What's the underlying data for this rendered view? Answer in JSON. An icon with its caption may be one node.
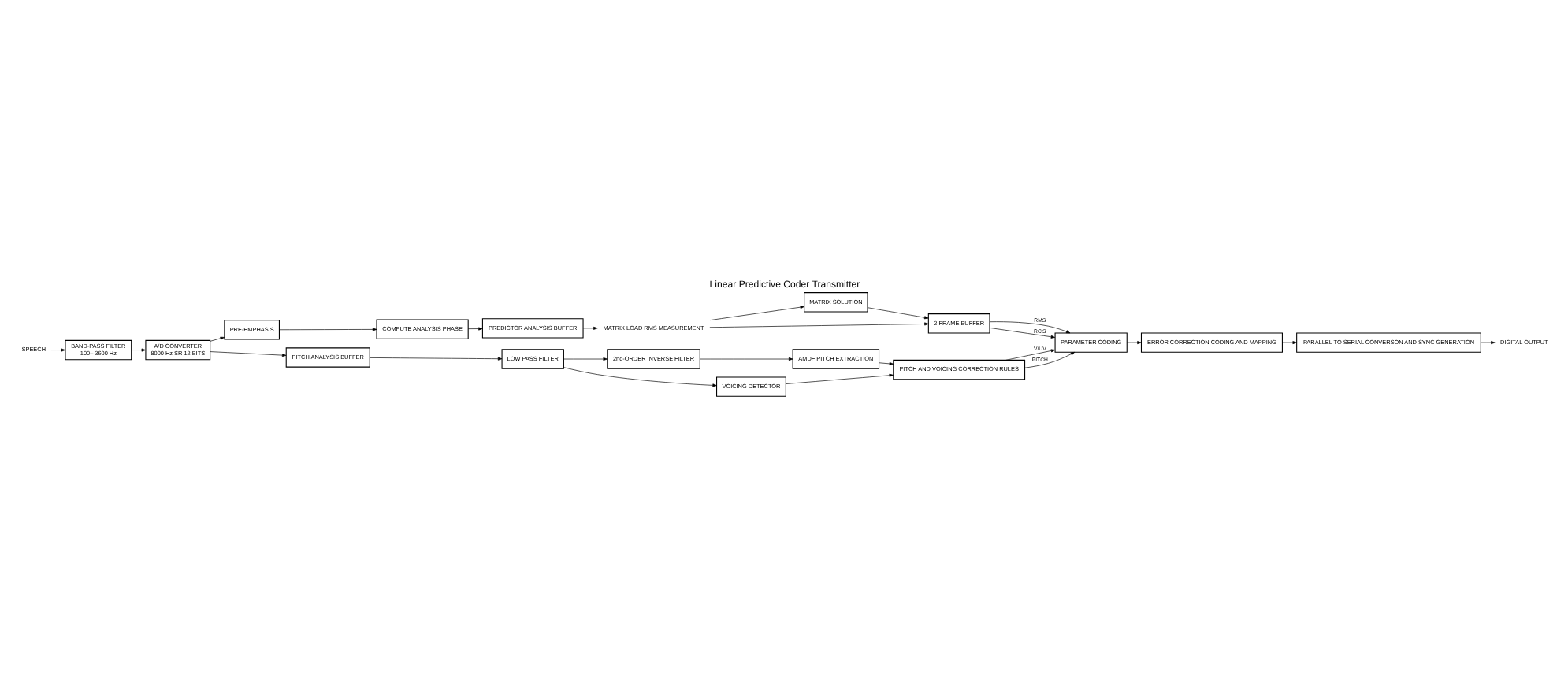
{
  "diagram": {
    "title": "Linear Predictive Coder Transmitter",
    "nodes": [
      {
        "text": [
          "SPEECH"
        ]
      },
      {
        "text": [
          "BAND-PASS FILTER",
          "100– 3600 Hz"
        ]
      },
      {
        "text": [
          "A/D CONVERTER",
          "8000 Hz SR 12 BITS"
        ]
      },
      {
        "text": [
          "PRE-EMPHASIS"
        ]
      },
      {
        "text": [
          "COMPUTE ANALYSIS PHASE"
        ]
      },
      {
        "text": [
          "PREDICTOR ANALYSIS BUFFER"
        ]
      },
      {
        "text": [
          "MATRIX LOAD RMS MEASUREMENT"
        ]
      },
      {
        "text": [
          "PITCH ANALYSIS BUFFER"
        ]
      },
      {
        "text": [
          "LOW PASS FILTER"
        ]
      },
      {
        "text": [
          "2nd-ORDER INVERSE FILTER"
        ]
      },
      {
        "text": [
          "AMDF PITCH EXTRACTION"
        ]
      },
      {
        "text": [
          "VOICING DETECTOR"
        ]
      },
      {
        "text": [
          "PITCH AND VOICING CORRECTION RULES"
        ]
      },
      {
        "text": [
          "MATRIX SOLUTION"
        ]
      },
      {
        "text": [
          "2 FRAME BUFFER"
        ]
      },
      {
        "text": [
          "PARAMETER CODING"
        ]
      },
      {
        "text": [
          "ERROR CORRECTION CODING AND MAPPING"
        ]
      },
      {
        "text": [
          "PARALLEL TO SERIAL CONVERSON AND SYNC GENERATION"
        ]
      },
      {
        "text": [
          "DIGITAL OUTPUT"
        ]
      }
    ],
    "edges": [
      {
        "from": 0,
        "to": 1,
        "arrow": "to"
      },
      {
        "from": 1,
        "to": 2,
        "arrow": "to"
      },
      {
        "from": 2,
        "to": 3,
        "arrow": "to"
      },
      {
        "from": 2,
        "to": 7,
        "arrow": "to"
      },
      {
        "from": 3,
        "to": 4,
        "arrow": "to"
      },
      {
        "from": 4,
        "to": 5,
        "arrow": "to"
      },
      {
        "from": 5,
        "to": 6,
        "arrow": "to"
      },
      {
        "from": 6,
        "to": 14,
        "arrow": "to"
      },
      {
        "from": 6,
        "to": 13,
        "arrow": "to"
      },
      {
        "from": 13,
        "to": 14,
        "arrow": "to"
      },
      {
        "from": 7,
        "to": 8,
        "arrow": "to"
      },
      {
        "from": 8,
        "to": 9,
        "arrow": "to"
      },
      {
        "from": 8,
        "to": 11,
        "arrow": "to"
      },
      {
        "from": 9,
        "to": 10,
        "arrow": "to"
      },
      {
        "from": 10,
        "to": 12,
        "arrow": "to"
      },
      {
        "from": 11,
        "to": 12,
        "arrow": "to"
      },
      {
        "from": 12,
        "to": 15,
        "arrow": "to",
        "label": "V/UV"
      },
      {
        "from": 12,
        "to": 15,
        "arrow": "to",
        "label": "PITCH"
      },
      {
        "from": 14,
        "to": 15,
        "arrow": "to",
        "label": "RMS"
      },
      {
        "from": 14,
        "to": 15,
        "arrow": "to",
        "label": "RC'S"
      },
      {
        "from": 15,
        "to": 16,
        "arrow": "to"
      },
      {
        "from": 16,
        "to": 17,
        "arrow": "to"
      },
      {
        "from": 17,
        "to": 18,
        "arrow": "to"
      }
    ]
  }
}
